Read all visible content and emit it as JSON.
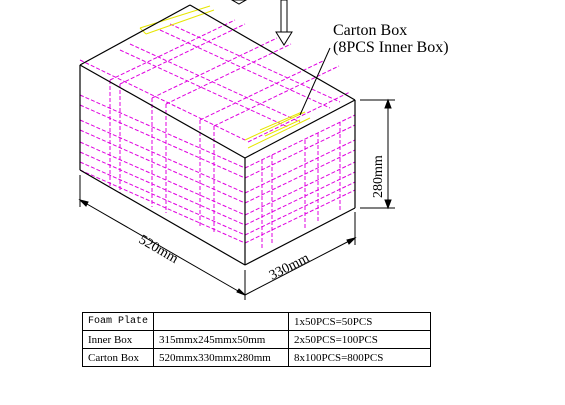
{
  "labels": {
    "title_line1": "Carton Box",
    "title_line2": "(8PCS Inner Box)",
    "length": "520mm",
    "width": "330mm",
    "height": "280mm"
  },
  "table": {
    "rows": [
      {
        "name": "Foam Plate",
        "size": "",
        "qty": "1x50PCS=50PCS"
      },
      {
        "name": "Inner Box",
        "size": "315mmx245mmx50mm",
        "qty": "2x50PCS=100PCS"
      },
      {
        "name": "Carton Box",
        "size": "520mmx330mmx280mm",
        "qty": "8x100PCS=800PCS"
      }
    ]
  },
  "colors": {
    "outline": "#000000",
    "inner_box_lines": "#e000e0",
    "foam_plate_lines": "#e6e600"
  }
}
